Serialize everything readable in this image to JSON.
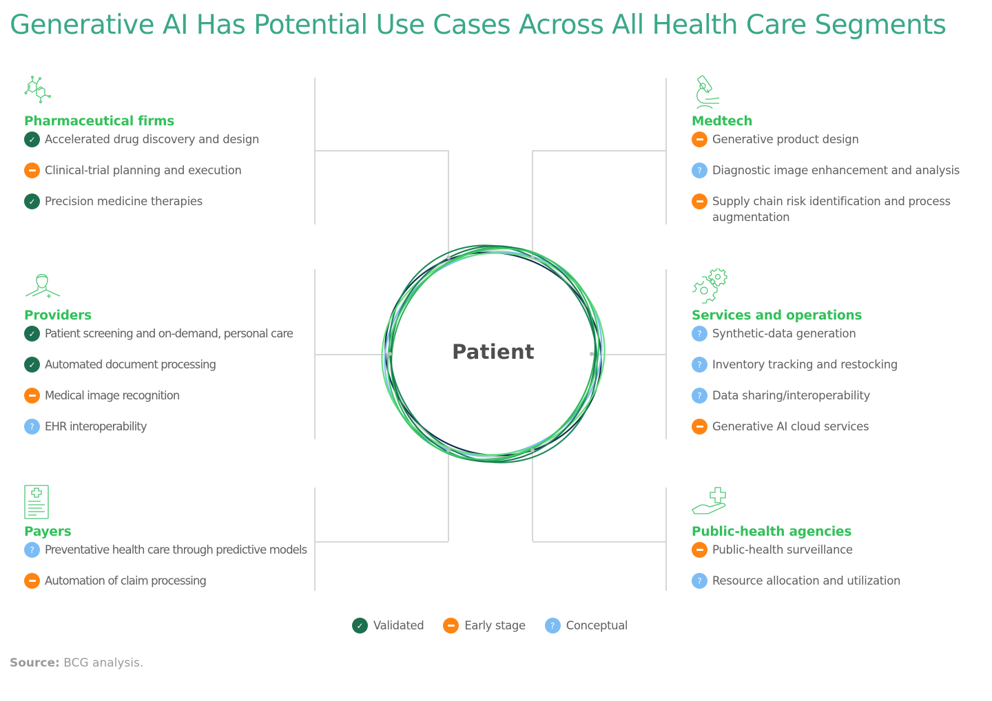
{
  "title": "Generative AI Has Potential Use Cases Across All Health Care Segments",
  "center": {
    "label": "Patient"
  },
  "status_colors": {
    "validated": "#1d6f4f",
    "early": "#ff8412",
    "conceptual": "#7cbcf5",
    "accent_title": "#3aa888",
    "segment_title": "#32c05a"
  },
  "status_glyphs": {
    "validated": "✓",
    "early": "",
    "conceptual": "?"
  },
  "segments": {
    "pharma": {
      "title": "Pharmaceutical firms",
      "icon": "molecule-icon",
      "items": [
        {
          "label": "Accelerated drug discovery and design",
          "status": "validated"
        },
        {
          "label": "Clinical-trial planning and execution",
          "status": "early"
        },
        {
          "label": "Precision medicine therapies",
          "status": "validated"
        }
      ]
    },
    "providers": {
      "title": "Providers",
      "icon": "doctor-icon",
      "items": [
        {
          "label": "Patient screening and on-demand, personal care",
          "status": "validated"
        },
        {
          "label": "Automated document processing",
          "status": "validated"
        },
        {
          "label": "Medical image recognition",
          "status": "early"
        },
        {
          "label": "EHR interoperability",
          "status": "conceptual"
        }
      ]
    },
    "payers": {
      "title": "Payers",
      "icon": "medical-document-icon",
      "items": [
        {
          "label": "Preventative health care through predictive models",
          "status": "conceptual"
        },
        {
          "label": "Automation of claim processing",
          "status": "early"
        }
      ]
    },
    "medtech": {
      "title": "Medtech",
      "icon": "microscope-icon",
      "items": [
        {
          "label": "Generative product design",
          "status": "early"
        },
        {
          "label": "Diagnostic image enhancement and analysis",
          "status": "conceptual"
        },
        {
          "label": "Supply chain risk identification and process augmentation",
          "status": "early"
        }
      ]
    },
    "services": {
      "title": "Services and operations",
      "icon": "gears-icon",
      "items": [
        {
          "label": "Synthetic-data generation",
          "status": "conceptual"
        },
        {
          "label": "Inventory tracking and restocking",
          "status": "conceptual"
        },
        {
          "label": "Data sharing/interoperability",
          "status": "conceptual"
        },
        {
          "label": "Generative AI cloud services",
          "status": "early"
        }
      ]
    },
    "public_health": {
      "title": "Public-health agencies",
      "icon": "hand-cross-icon",
      "items": [
        {
          "label": "Public-health surveillance",
          "status": "early"
        },
        {
          "label": "Resource allocation and utilization",
          "status": "conceptual"
        }
      ]
    }
  },
  "legend": [
    {
      "label": "Validated",
      "status": "validated"
    },
    {
      "label": "Early stage",
      "status": "early"
    },
    {
      "label": "Conceptual",
      "status": "conceptual"
    }
  ],
  "source": {
    "prefix": "Source:",
    "text": " BCG analysis."
  }
}
